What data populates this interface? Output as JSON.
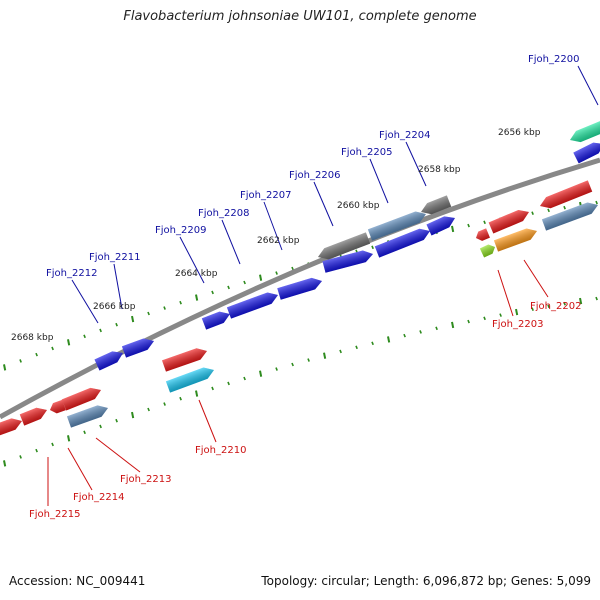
{
  "title": "Flavobacterium johnsoniae UW101, complete genome",
  "footer": {
    "accession": "Accession: NC_009441",
    "topology": "Topology: circular; Length: 6,096,872 bp; Genes: 5,099"
  },
  "colors": {
    "backbone": "#888888",
    "tick": "#2e8b1e",
    "label_top": "#1010a0",
    "label_bottom": "#cc1111",
    "scale_text": "#222222",
    "blue": "#1414e6",
    "gray": "#6e6e6e",
    "steel": "#5a88b8",
    "red": "#ee1a1a",
    "cyan": "#18c6f2",
    "orange": "#ff9a1a",
    "lime": "#8ee020",
    "teal": "#20e6a0"
  },
  "scale_labels": [
    "2656 kbp",
    "2658 kbp",
    "2660 kbp",
    "2662 kbp",
    "2664 kbp",
    "2666 kbp",
    "2668 kbp"
  ],
  "genes_top": [
    "Fjoh_2200",
    "Fjoh_2204",
    "Fjoh_2205",
    "Fjoh_2206",
    "Fjoh_2207",
    "Fjoh_2208",
    "Fjoh_2209",
    "Fjoh_2211",
    "Fjoh_2212"
  ],
  "genes_bottom": [
    "Fjoh_2202",
    "Fjoh_2203",
    "Fjoh_2210",
    "Fjoh_2213",
    "Fjoh_2214",
    "Fjoh_2215"
  ]
}
